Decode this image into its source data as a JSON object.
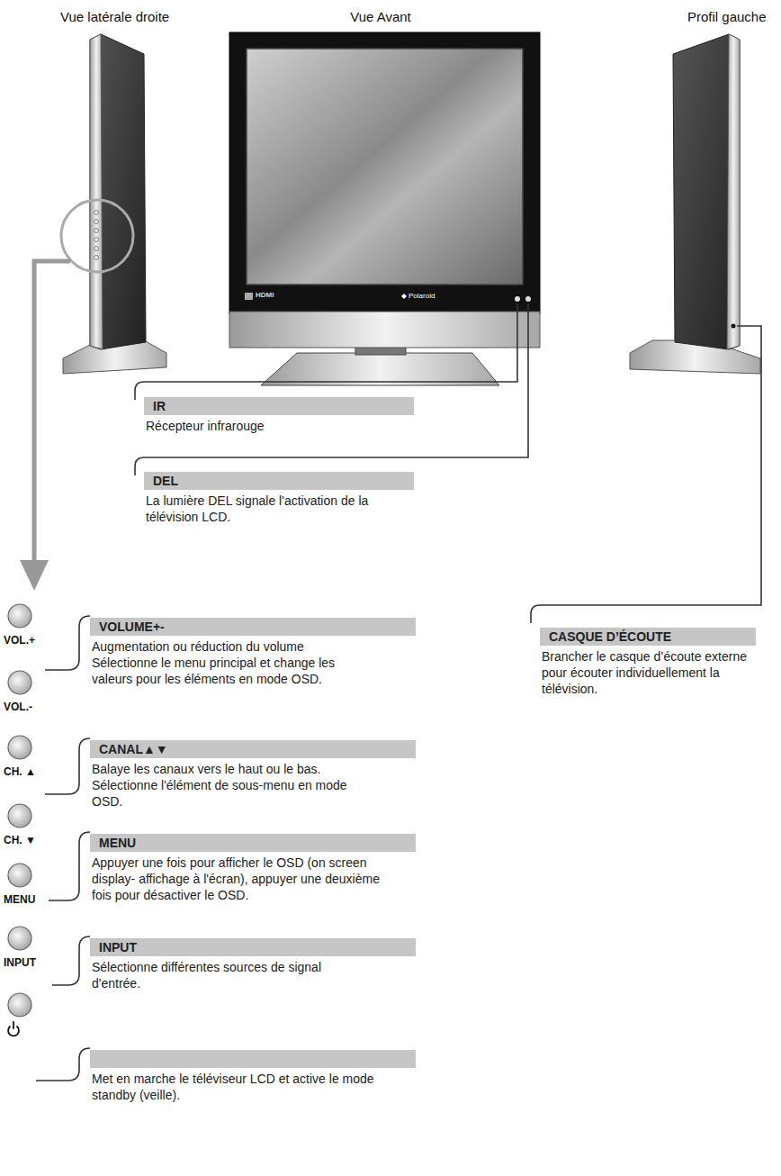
{
  "diagram": {
    "nodes": [
      {
        "text": [
          "IR",
          "Récepteur infrarouge"
        ]
      },
      {
        "text": [
          "DEL",
          "La lumière  DEL signale l'activation de la télévision LCD."
        ]
      },
      {
        "text": [
          "CASQUE D’ÉCOUTE",
          "Brancher le casque d’écoute externe pour écouter individuellement la télévision."
        ]
      },
      {
        "text": [
          "VOLUME+-",
          "Augmentation ou réduction du volume Sélectionne le menu principal et change les valeurs pour les éléments en mode OSD."
        ]
      },
      {
        "text": [
          "CANAL▲▼",
          "Balaye les canaux vers le haut ou le bas. Sélectionne l'élément de sous-menu en mode OSD."
        ]
      },
      {
        "text": [
          "MENU",
          "Appuyer une fois pour afficher le OSD (on screen display- affichage à l'écran), appuyer une deuxième fois pour désactiver le OSD."
        ]
      },
      {
        "text": [
          "INPUT",
          "Sélectionne différentes sources de signal d'entrée."
        ]
      },
      {
        "text": [
          "Met en marche le téléviseur LCD et active le mode standby (veille)."
        ]
      }
    ],
    "labels": [
      "Vue latérale droite",
      "Vue Avant",
      "Profil gauche",
      "HDMI",
      "Polaroid",
      "VOL.+",
      "VOL.-",
      "CH. ▲",
      "CH. ▼",
      "MENU",
      "INPUT"
    ]
  }
}
